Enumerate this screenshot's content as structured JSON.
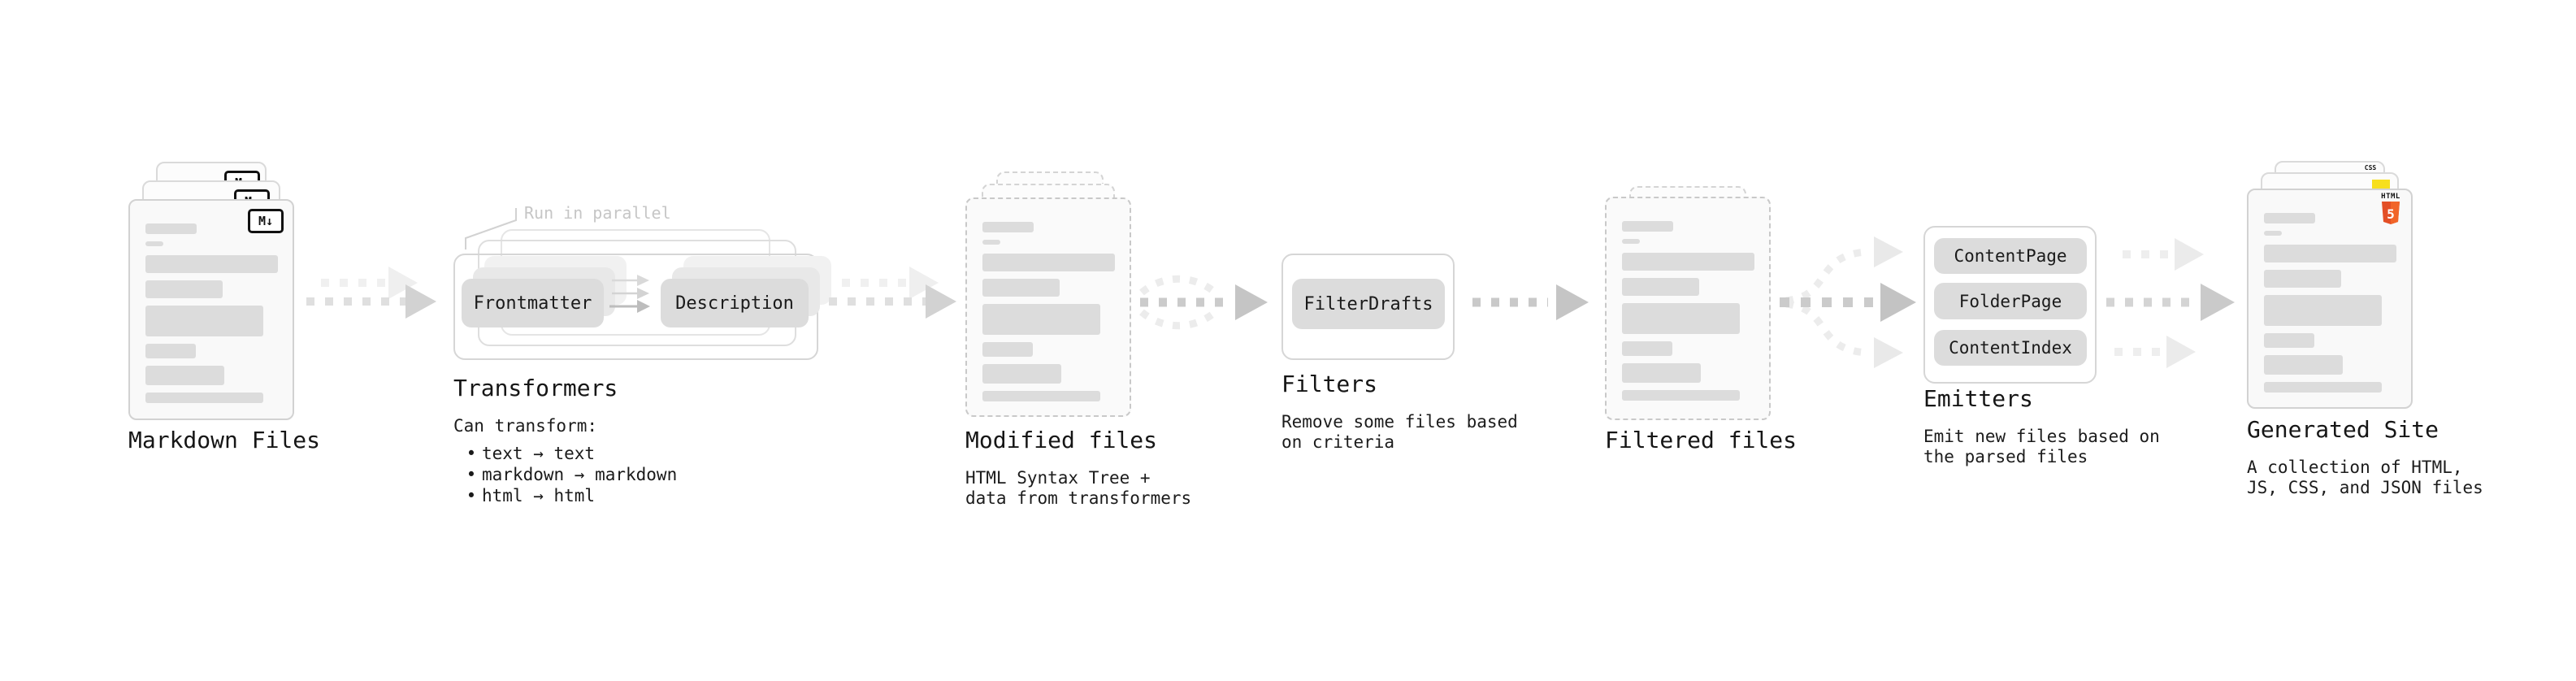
{
  "diagram": {
    "colors": {
      "background": "#ffffff",
      "card_fill": "#f9f9f9",
      "card_border": "#d2d2d2",
      "placeholder_bar": "#dcdcdc",
      "pill_bg": "#dcdcdc",
      "text": "#1a1a1a",
      "muted_annotation": "#c6c6c6",
      "html5_orange": "#e34f26",
      "css_blue": "#2d65e8",
      "js_yellow": "#f7df1e"
    },
    "stages": {
      "markdown_files": {
        "label": "Markdown Files",
        "badge": "M↓"
      },
      "transformers": {
        "label": "Transformers",
        "annotation": "Run in parallel",
        "pills": [
          "Frontmatter",
          "Description"
        ],
        "caption_title": "Can transform:",
        "bullet_char": "•",
        "bullets": [
          "text → text",
          "markdown → markdown",
          "html → html"
        ]
      },
      "modified_files": {
        "label": "Modified files",
        "caption": [
          "HTML Syntax Tree +",
          "data from transformers"
        ]
      },
      "filters": {
        "label": "Filters",
        "pill": "FilterDrafts",
        "caption": [
          "Remove some files based",
          "on criteria"
        ]
      },
      "filtered_files": {
        "label": "Filtered files"
      },
      "emitters": {
        "label": "Emitters",
        "pills": [
          "ContentPage",
          "FolderPage",
          "ContentIndex"
        ],
        "caption": [
          "Emit new files based on",
          "the parsed files"
        ]
      },
      "generated_site": {
        "label": "Generated Site",
        "caption": [
          "A collection of HTML,",
          "JS, CSS, and JSON files"
        ],
        "badges": {
          "css": "CSS",
          "html": "HTML",
          "html5_number": "5"
        }
      }
    }
  }
}
